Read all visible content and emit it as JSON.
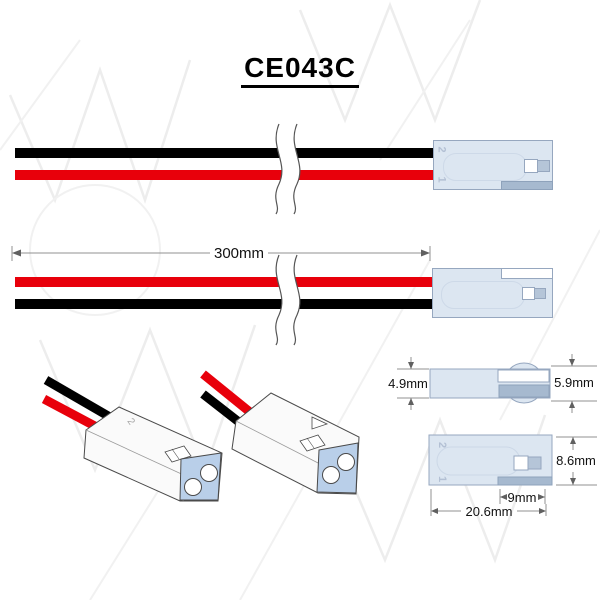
{
  "title": "CE043C",
  "connector": {
    "pin1_label": "1",
    "pin2_label": "2"
  },
  "dimensions": {
    "lead_length": "300mm",
    "housing_height": "4.9mm",
    "overall_height": "5.9mm",
    "housing_width": "8.6mm",
    "latch_length": "9mm",
    "overall_length": "20.6mm"
  },
  "colors": {
    "wire_positive": "#e8000b",
    "wire_negative": "#000000",
    "housing_fill": "#dce6f1",
    "housing_border": "#96a7bf",
    "housing_accent": "#a6b9cf",
    "latch_fill": "#b5c5d8",
    "iso_face_fill": "#b9cfe9",
    "dimension_line": "#909090"
  }
}
